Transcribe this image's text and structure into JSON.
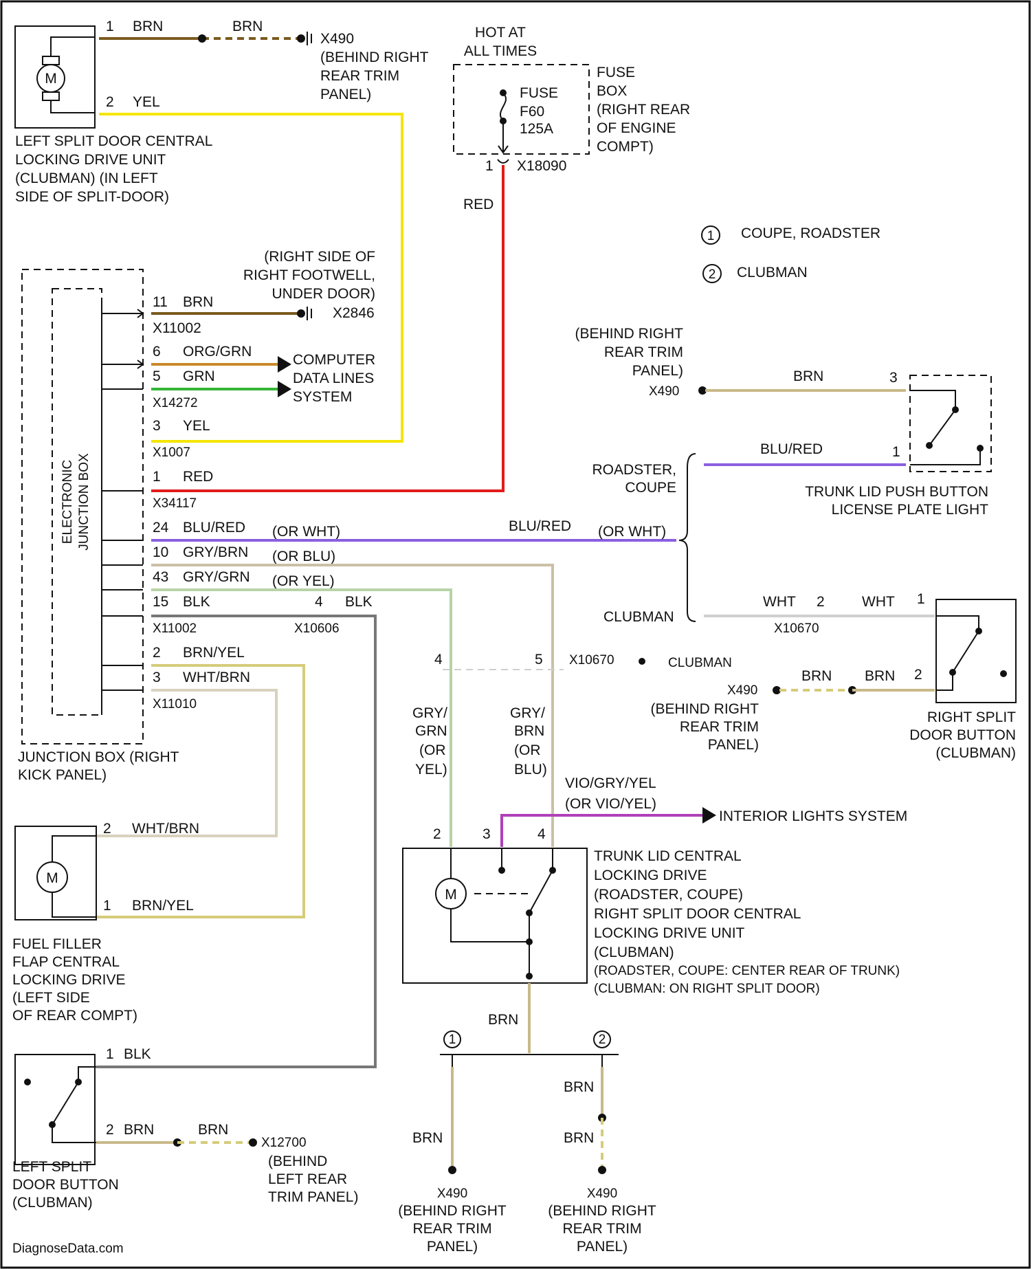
{
  "colors": {
    "brn": "#7a5a1e",
    "brn_light": "#c9b98a",
    "yel": "#f5e400",
    "red": "#e21b1b",
    "grn": "#35b535",
    "orggrn": "#c98a2a",
    "blured": "#8a5fe0",
    "grybrn": "#cbbfa6",
    "grygrn": "#b7d3a5",
    "blk": "#777777",
    "wht": "#cfcfcf",
    "violet": "#b040b8"
  },
  "motor_top": {
    "symbol": "M",
    "pin1": "1",
    "pin1_wire": "BRN",
    "pin1_wire2": "BRN",
    "ground": "X490",
    "ground_loc": [
      "(BEHIND RIGHT",
      "REAR TRIM",
      "PANEL)"
    ],
    "pin2": "2",
    "pin2_wire": "YEL",
    "caption": [
      "LEFT SPLIT DOOR CENTRAL",
      "LOCKING DRIVE UNIT",
      "(CLUBMAN) (IN LEFT",
      "SIDE OF SPLIT-DOOR)"
    ]
  },
  "fuse": {
    "hot": [
      "HOT AT",
      "ALL TIMES"
    ],
    "label": [
      "FUSE",
      "F60",
      "125A"
    ],
    "box": [
      "FUSE",
      "BOX",
      "(RIGHT REAR",
      "OF ENGINE",
      "COMPT)"
    ],
    "pin": "1",
    "connector": "X18090",
    "wire": "RED"
  },
  "legend": [
    {
      "num": "1",
      "text": "COUPE, ROADSTER"
    },
    {
      "num": "2",
      "text": "CLUBMAN"
    }
  ],
  "junction": {
    "ground_loc": [
      "(RIGHT SIDE OF",
      "RIGHT FOOTWELL,",
      "UNDER DOOR)"
    ],
    "ground": "X2846",
    "pin11": "11",
    "pin11_wire": "BRN",
    "conn_a": "X11002",
    "pin6": "6",
    "pin6_wire": "ORG/GRN",
    "computer": [
      "COMPUTER",
      "DATA LINES"
    ],
    "pin5": "5",
    "pin5_wire": "GRN",
    "system": "SYSTEM",
    "conn_b": "X14272",
    "pin3": "3",
    "pin3_wire": "YEL",
    "conn_c": "X1007",
    "pin1": "1",
    "pin1_wire": "RED",
    "conn_d": "X34117",
    "pin24": "24",
    "pin24_wire": "BLU/RED",
    "pin24_alt": "(OR WHT)",
    "pin10": "10",
    "pin10_wire": "GRY/BRN",
    "pin10_alt": "(OR BLU)",
    "pin43": "43",
    "pin43_wire": "GRY/GRN",
    "pin43_alt": "(OR YEL)",
    "pin15": "15",
    "pin15_wire": "BLK",
    "pin15_pin2": "4",
    "pin15_wire2": "BLK",
    "conn_e": "X11002",
    "conn_f": "X10606",
    "pin2": "2",
    "pin2_wire": "BRN/YEL",
    "pin3b": "3",
    "pin3b_wire": "WHT/BRN",
    "conn_g": "X11010",
    "box_inner": [
      "ELECTRONIC",
      "JUNCTION BOX"
    ],
    "caption": [
      "JUNCTION BOX (RIGHT",
      "KICK PANEL)"
    ]
  },
  "trunk_button": {
    "ground_loc": [
      "(BEHIND RIGHT",
      "REAR TRIM",
      "PANEL)"
    ],
    "ground": "X490",
    "wire": "BRN",
    "pin3": "3",
    "blured": "BLU/RED",
    "pin1": "1",
    "variant": [
      "ROADSTER,",
      "COUPE"
    ],
    "caption": [
      "TRUNK LID PUSH BUTTON",
      "LICENSE PLATE LIGHT"
    ],
    "mid_wire": "BLU/RED",
    "mid_alt": "(OR WHT)"
  },
  "right_button": {
    "variant": "CLUBMAN",
    "wht1": "WHT",
    "pin2": "2",
    "wht2": "WHT",
    "pin1": "1",
    "conn": "X10670",
    "conn2_pin4": "4",
    "conn2_pin5": "5",
    "conn2": "X10670",
    "conn2_note": "CLUBMAN",
    "ground": "X490",
    "brn1": "BRN",
    "brn2": "BRN",
    "pin2b": "2",
    "ground_loc": [
      "(BEHIND RIGHT",
      "REAR TRIM",
      "PANEL)"
    ],
    "caption": [
      "RIGHT SPLIT",
      "DOOR BUTTON",
      "(CLUBMAN)"
    ]
  },
  "vertical_wires": {
    "a": [
      "GRY/",
      "GRN",
      "(OR",
      "YEL)"
    ],
    "b": [
      "GRY/",
      "BRN",
      "(OR",
      "BLU)"
    ]
  },
  "trunk_drive": {
    "violet_wire": [
      "VIO/GRY/YEL",
      "(OR VIO/YEL)"
    ],
    "interior": "INTERIOR LIGHTS SYSTEM",
    "pin2": "2",
    "pin3": "3",
    "pin4": "4",
    "symbol": "M",
    "caption": [
      "TRUNK LID CENTRAL",
      "LOCKING DRIVE",
      "(ROADSTER, COUPE)",
      "RIGHT SPLIT DOOR CENTRAL",
      "LOCKING DRIVE UNIT",
      "(CLUBMAN)",
      "(ROADSTER, COUPE: CENTER REAR OF TRUNK)",
      "(CLUBMAN: ON RIGHT SPLIT DOOR)"
    ],
    "brn": "BRN"
  },
  "fuel_drive": {
    "symbol": "M",
    "pin2": "2",
    "pin2_wire": "WHT/BRN",
    "pin1": "1",
    "pin1_wire": "BRN/YEL",
    "caption": [
      "FUEL FILLER",
      "FLAP CENTRAL",
      "LOCKING DRIVE",
      "(LEFT SIDE",
      "OF REAR COMPT)"
    ]
  },
  "left_button": {
    "pin1": "1",
    "pin1_wire": "BLK",
    "pin2": "2",
    "brn1": "BRN",
    "brn2": "BRN",
    "ground": "X12700",
    "ground_loc": [
      "(BEHIND",
      "LEFT REAR",
      "TRIM PANEL)"
    ],
    "caption": [
      "LEFT SPLIT",
      "DOOR BUTTON",
      "(CLUBMAN)"
    ]
  },
  "grounds_bottom": {
    "num_left": "1",
    "num_right": "2",
    "brn_left": "BRN",
    "brn_right1": "BRN",
    "brn_right2": "BRN",
    "left_ground": "X490",
    "left_loc": [
      "(BEHIND RIGHT",
      "REAR TRIM",
      "PANEL)"
    ],
    "right_ground": "X490",
    "right_loc": [
      "(BEHIND RIGHT",
      "REAR TRIM",
      "PANEL)"
    ]
  },
  "footer": "DiagnoseData.com"
}
